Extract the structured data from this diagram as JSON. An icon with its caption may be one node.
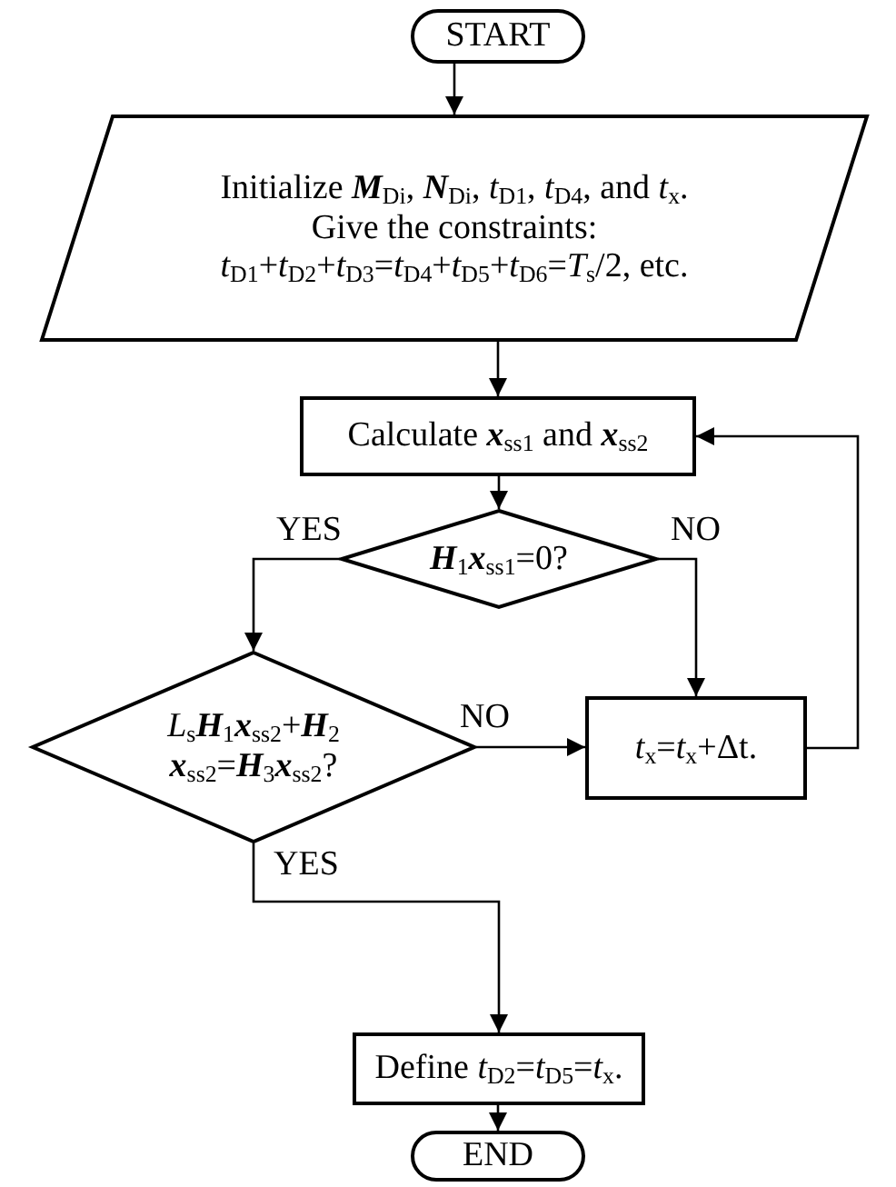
{
  "diagram": {
    "nodes": [
      {
        "text": [
          "START"
        ]
      },
      {
        "text": [
          "Initialize **M**$_{Di}$, **N**$_{Di}$, *t*$_{D1}$, *t*$_{D4}$, and *t*$_{x}$.",
          "Give the constraints: *t*$_{D1}$+*t*$_{D2}$+*t*$_{D3}$=*t*$_{D4}$+*t*$_{D5}$+*t*$_{D6}$=*T*$_{s}$/2, etc."
        ]
      },
      {
        "text": [
          "Calculate **x**$_{ss1}$ and **x**$_{ss2}$"
        ]
      },
      {
        "text": [
          "**H**$_{1}$**x**$_{ss1}$=0?"
        ]
      },
      {
        "text": [
          "*L*$_{s}$**H**$_{1}$**x**$_{ss2}$+**H**$_{2}$ **x**$_{ss2}$=**H**$_{3}$**x**$_{ss2}$?"
        ]
      },
      {
        "text": [
          "*t*$_{x}$=*t*$_{x}$+Δt."
        ]
      },
      {
        "text": [
          "Define *t*$_{D2}$=*t*$_{D5}$=*t*$_{x}$."
        ]
      },
      {
        "text": [
          "END"
        ]
      }
    ],
    "edges": [
      {
        "from": 0,
        "to": 1,
        "arrow": "to"
      },
      {
        "from": 1,
        "to": 2,
        "arrow": "to"
      },
      {
        "from": 2,
        "to": 3,
        "arrow": "to"
      },
      {
        "from": 3,
        "to": 4,
        "arrow": "to",
        "label": "YES"
      },
      {
        "from": 3,
        "to": 5,
        "arrow": "to",
        "label": "NO"
      },
      {
        "from": 4,
        "to": 5,
        "arrow": "to",
        "label": "NO"
      },
      {
        "from": 5,
        "to": 2,
        "arrow": "to"
      },
      {
        "from": 4,
        "to": 6,
        "arrow": "to",
        "label": "YES"
      },
      {
        "from": 6,
        "to": 7,
        "arrow": "to"
      }
    ]
  }
}
